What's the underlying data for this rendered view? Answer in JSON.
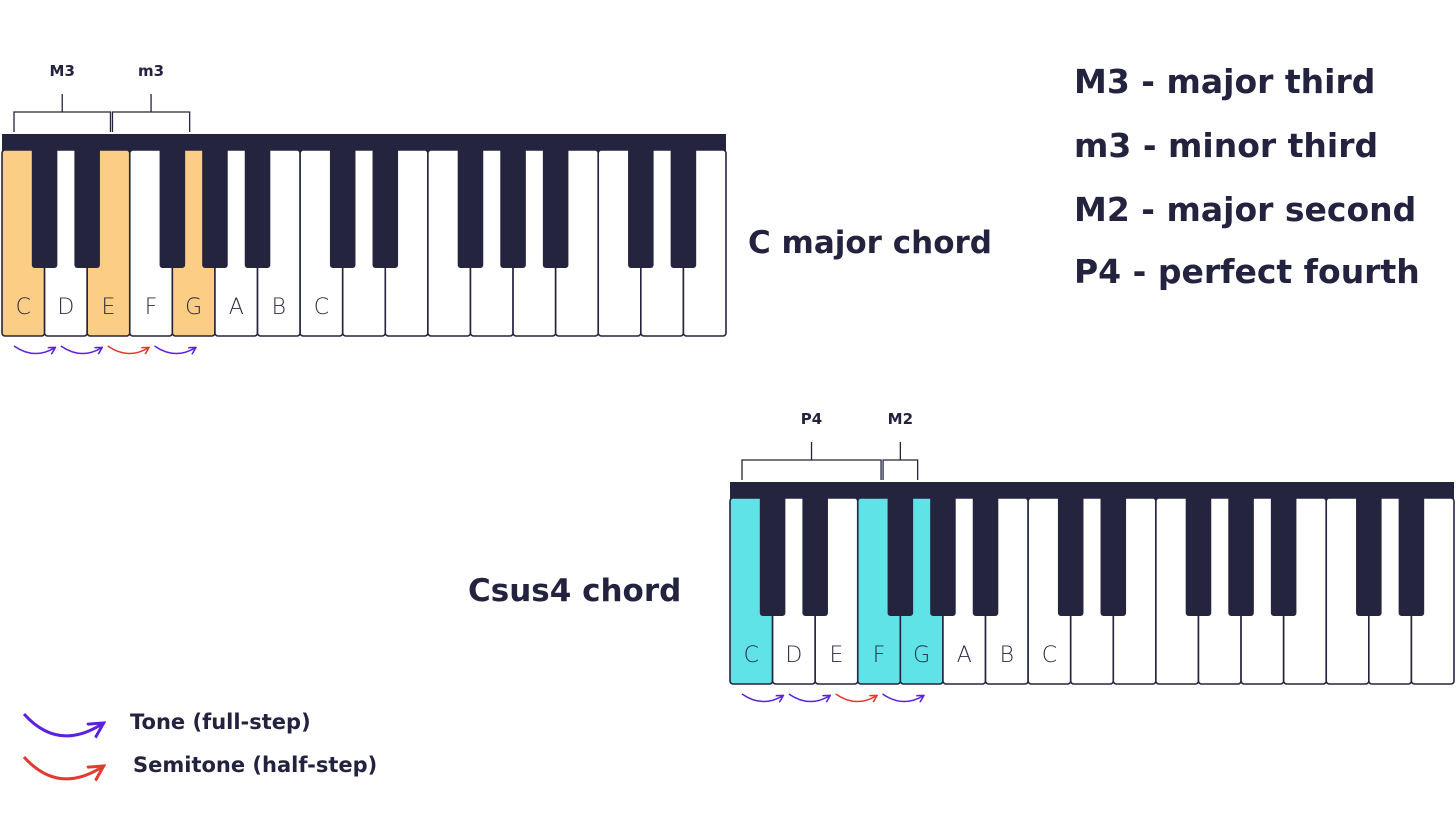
{
  "colors": {
    "ink": "#23233f",
    "black_key": "#25243f",
    "white_key": "#ffffff",
    "key_outline": "#25243f",
    "highlight_c_major": "#fbcd85",
    "highlight_csus4": "#5fe3e6",
    "tone_arrow": "#5a21e0",
    "semitone_arrow": "#e33a2f"
  },
  "legend": {
    "entries": [
      "M3 - major third",
      "m3 - minor third",
      "M2 - major second",
      "P4 - perfect fourth"
    ],
    "tone": {
      "label": "Tone (full-step)",
      "icon": "purple-curved-arrow-icon"
    },
    "semitone": {
      "label": "Semitone (half-step)",
      "icon": "red-curved-arrow-icon"
    }
  },
  "keyboards": [
    {
      "id": "c-major",
      "chord_name": "C major chord",
      "white_key_count": 17,
      "black_key_indices": [
        0,
        1,
        3,
        4,
        5,
        7,
        8,
        10,
        11,
        12,
        14,
        15
      ],
      "note_labels": [
        "C",
        "D",
        "E",
        "F",
        "G",
        "A",
        "B",
        "C"
      ],
      "highlighted_white_keys": [
        0,
        2,
        4
      ],
      "highlight_color_key": "highlight_c_major",
      "intervals": [
        {
          "label": "M3",
          "from_key": 0,
          "to_key": 2
        },
        {
          "label": "m3",
          "from_key": 2,
          "to_key": 4
        }
      ],
      "steps": [
        "tone",
        "tone",
        "semitone",
        "tone"
      ]
    },
    {
      "id": "csus4",
      "chord_name": "Csus4 chord",
      "white_key_count": 17,
      "black_key_indices": [
        0,
        1,
        3,
        4,
        5,
        7,
        8,
        10,
        11,
        12,
        14,
        15
      ],
      "note_labels": [
        "C",
        "D",
        "E",
        "F",
        "G",
        "A",
        "B",
        "C"
      ],
      "highlighted_white_keys": [
        0,
        3,
        4
      ],
      "highlight_color_key": "highlight_csus4",
      "intervals": [
        {
          "label": "P4",
          "from_key": 0,
          "to_key": 3
        },
        {
          "label": "M2",
          "from_key": 3,
          "to_key": 4
        }
      ],
      "steps": [
        "tone",
        "tone",
        "semitone",
        "tone"
      ]
    }
  ]
}
